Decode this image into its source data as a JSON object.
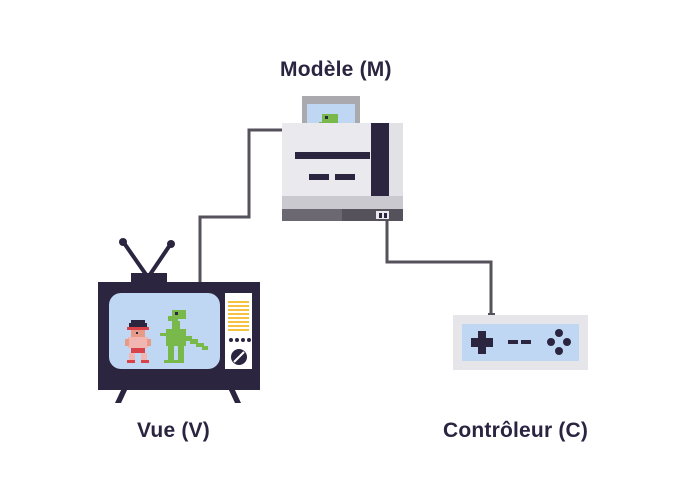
{
  "labels": {
    "model": "Modèle (M)",
    "view": "Vue (V)",
    "controller": "Contrôleur (C)"
  },
  "colors": {
    "dark": "#2b2540",
    "wire": "#55525c",
    "screen": "#bfd7f2",
    "console_body": "#e9e9ee",
    "console_stripe": "#c9c9cf",
    "cartridge": "#a9a9ae",
    "dino": "#79b84a",
    "tv_speaker": "#f3c341",
    "controller_body": "#e6e6ea",
    "character_skin": "#e79b86",
    "character_shirt": "#f2b6b2",
    "character_band": "#d8434a"
  },
  "icons": {
    "model": "game-console-icon",
    "view": "retro-tv-icon",
    "controller": "gamepad-icon"
  }
}
